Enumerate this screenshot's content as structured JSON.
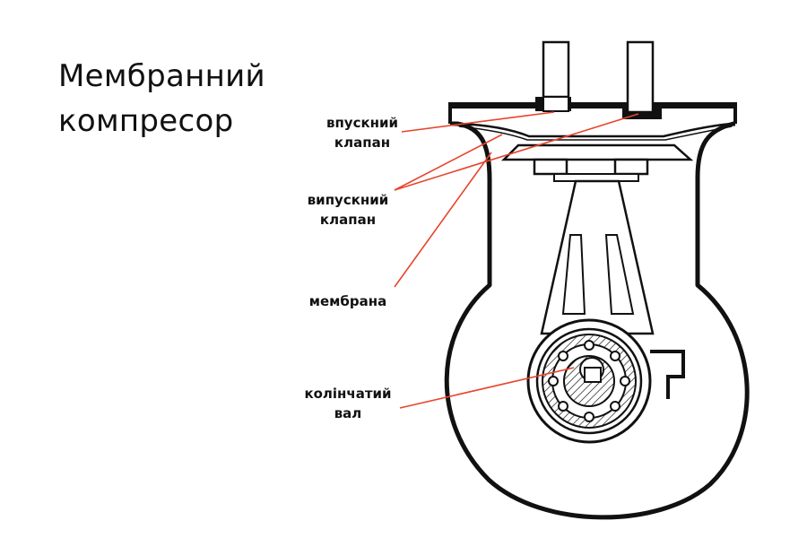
{
  "title": {
    "line1": "Мембранний",
    "line2": "компресор"
  },
  "labels": {
    "inlet_valve": {
      "line1": "впускний",
      "line2": "клапан"
    },
    "outlet_valve": {
      "line1": "випускний",
      "line2": "клапан"
    },
    "membrane": "мембрана",
    "crankshaft": {
      "line1": "колінчатий",
      "line2": "вал"
    }
  },
  "colors": {
    "leader": "#e8442c",
    "stroke": "#111111",
    "background": "#ffffff"
  }
}
